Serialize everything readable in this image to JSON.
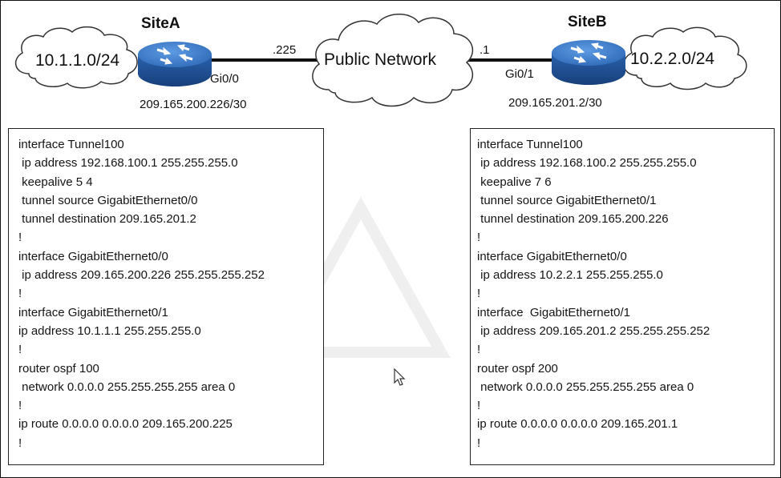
{
  "site_a": {
    "name": "SiteA",
    "lan": "10.1.1.0/24",
    "wan_interface": "Gi0/0",
    "wan_ip": "209.165.200.226/30",
    "link_label": ".225",
    "config_lines": [
      "interface Tunnel100",
      " ip address 192.168.100.1 255.255.255.0",
      " keepalive 5 4",
      " tunnel source GigabitEthernet0/0",
      " tunnel destination 209.165.201.2",
      "!",
      "interface GigabitEthernet0/0",
      " ip address 209.165.200.226 255.255.255.252",
      "!",
      "interface GigabitEthernet0/1",
      "ip address 10.1.1.1 255.255.255.0",
      "!",
      "router ospf 100",
      " network 0.0.0.0 255.255.255.255 area 0",
      "!",
      "ip route 0.0.0.0 0.0.0.0 209.165.200.225",
      "!"
    ]
  },
  "site_b": {
    "name": "SiteB",
    "lan": "10.2.2.0/24",
    "wan_interface": "Gi0/1",
    "wan_ip": "209.165.201.2/30",
    "link_label": ".1",
    "config_lines": [
      "interface Tunnel100",
      " ip address 192.168.100.2 255.255.255.0",
      " keepalive 7 6",
      " tunnel source GigabitEthernet0/1",
      " tunnel destination 209.165.200.226",
      "!",
      "interface GigabitEthernet0/0",
      " ip address 10.2.2.1 255.255.255.0",
      "!",
      "interface  GigabitEthernet0/1",
      " ip address 209.165.201.2 255.255.255.252",
      "!",
      "router ospf 200",
      " network 0.0.0.0 255.255.255.255 area 0",
      "!",
      "ip route 0.0.0.0 0.0.0.0 209.165.201.1",
      "!"
    ]
  },
  "public_network": {
    "label": "Public Network"
  },
  "colors": {
    "router_top": "#3f7fd0",
    "router_side": "#1d4f94",
    "cloud_stroke": "#333333",
    "link": "#111111"
  }
}
